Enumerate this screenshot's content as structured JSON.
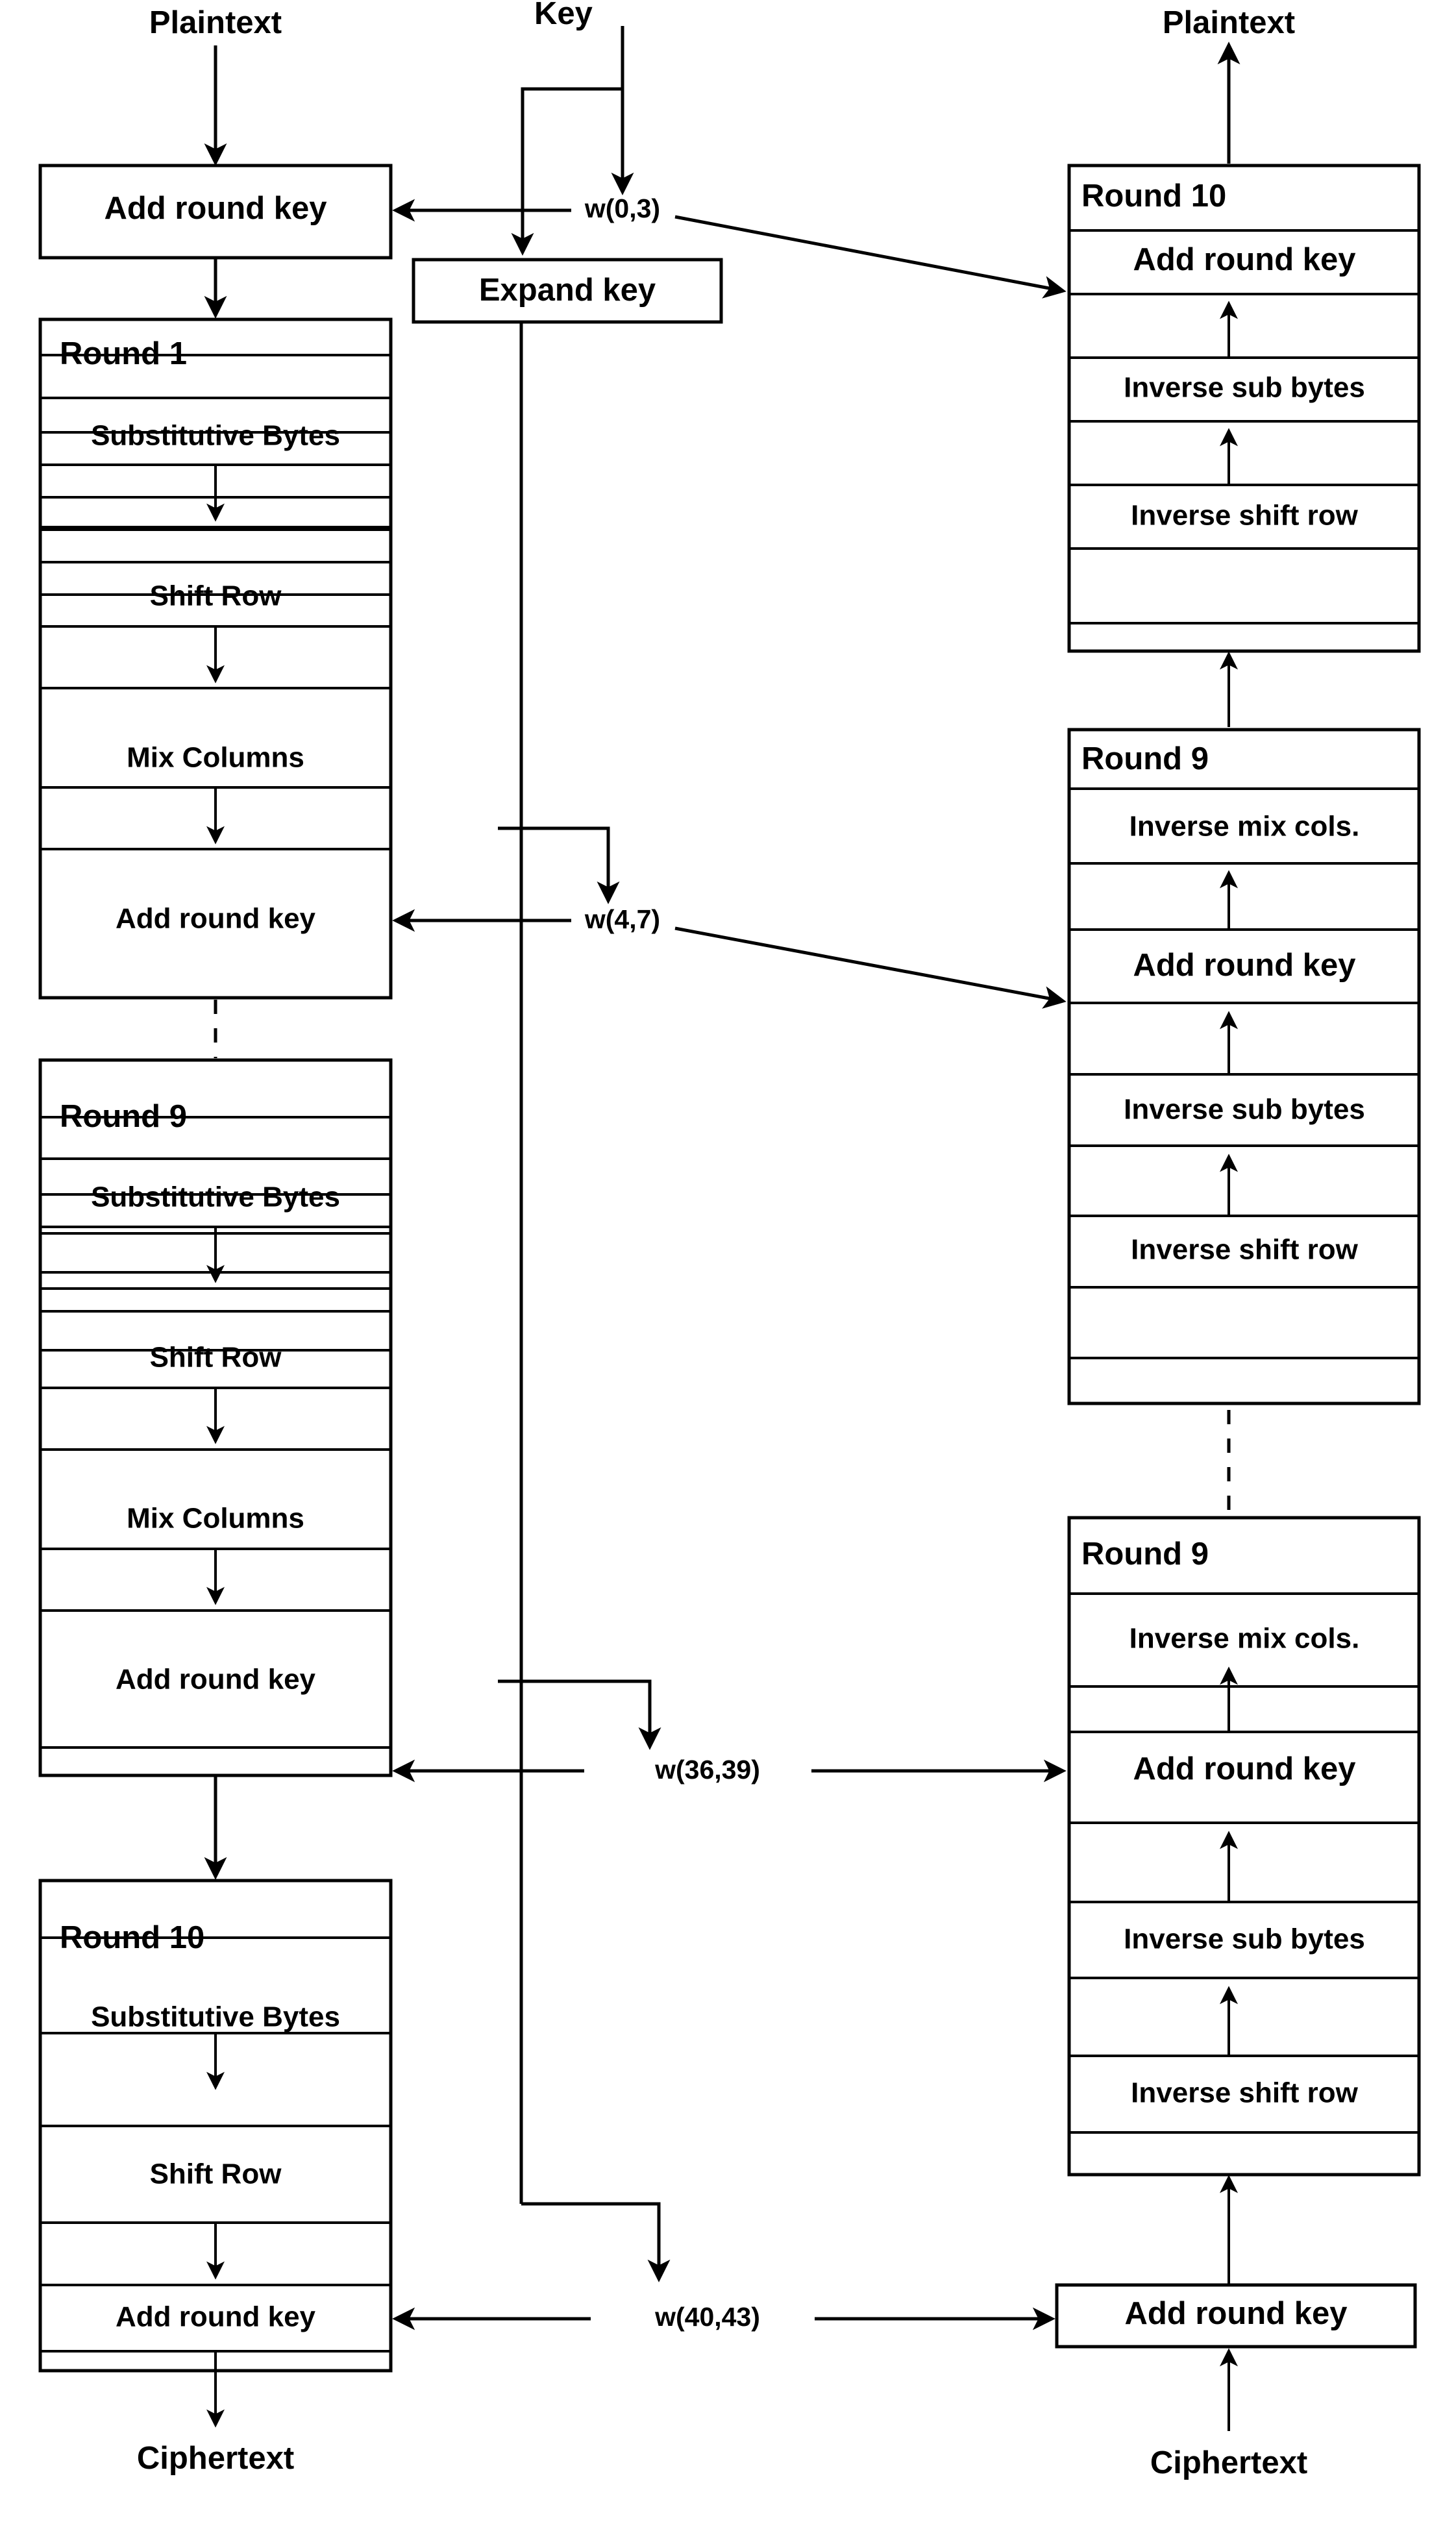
{
  "diagram": {
    "title": "AES encryption and decryption block diagram",
    "colors": {
      "stroke": "#000000",
      "background": "#ffffff",
      "text": "#000000"
    },
    "endpoints": {
      "plaintext_left": "Plaintext",
      "key": "Key",
      "plaintext_right": "Plaintext",
      "ciphertext_left": "Ciphertext",
      "ciphertext_right": "Ciphertext"
    },
    "key_schedule": {
      "expand_key_label": "Expand key",
      "round_key_labels": [
        "w(0,3)",
        "w(4,7)",
        "w(36,39)",
        "w(40,43)"
      ]
    },
    "encryption_column": {
      "initial_box": {
        "label": "Add round key"
      },
      "rounds": [
        {
          "title": "Round 1",
          "steps": [
            "Substitutive Bytes",
            "Shift Row",
            "Mix Columns",
            "Add round key"
          ]
        },
        {
          "title": "Round 9",
          "steps": [
            "Substitutive Bytes",
            "Shift Row",
            "Mix Columns",
            "Add round key"
          ]
        },
        {
          "title": "Round 10",
          "steps": [
            "Substitutive Bytes",
            "Shift Row",
            "Add round key"
          ]
        }
      ]
    },
    "decryption_column": {
      "rounds": [
        {
          "title": "Round 10",
          "steps": [
            "Add round key",
            "Inverse sub bytes",
            "Inverse shift row"
          ]
        },
        {
          "title": "Round 9",
          "steps": [
            "Inverse mix cols.",
            "Add round key",
            "Inverse sub bytes",
            "Inverse shift row"
          ]
        },
        {
          "title": "Round 9",
          "steps": [
            "Inverse mix cols.",
            "Add round key",
            "Inverse sub bytes",
            "Inverse shift row"
          ]
        }
      ],
      "final_box": {
        "label": "Add round key"
      }
    }
  }
}
